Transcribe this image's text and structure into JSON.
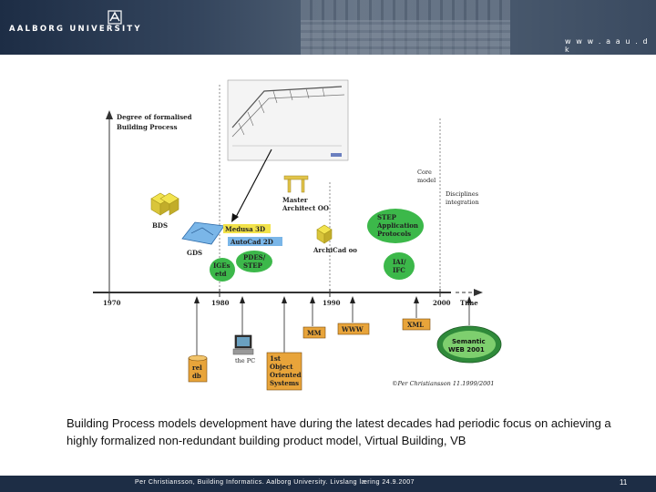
{
  "header": {
    "logo_text": "AALBORG UNIVERSITY",
    "web_address": "w w w . a a u . d k"
  },
  "diagram": {
    "y_axis_label_1": "Degree of formalised",
    "y_axis_label_2": "Building Process",
    "x_axis_label": "Time",
    "years": [
      "1970",
      "1980",
      "1990",
      "2000"
    ],
    "top_labels": [
      "Core",
      "model",
      "Disciplines",
      "integration"
    ],
    "items": {
      "bds": "BDS",
      "gds": "GDS",
      "medusa": "Medusa 3D",
      "autocad": "AutoCad 2D",
      "master_1": "Master",
      "master_2": "Architect OO",
      "archicad": "ArchiCad oo",
      "pdes_1": "PDES/",
      "pdes_2": "STEP",
      "iges_1": "IGEs",
      "iges_2": "etd",
      "step_1": "STEP",
      "step_2": "Application",
      "step_3": "Protocols",
      "iai_1": "IAI/",
      "iai_2": "IFC",
      "mm": "MM",
      "www": "WWW",
      "xml": "XML",
      "semantic_1": "Semantic",
      "semantic_2": "WEB 2001",
      "rel_1": "rel",
      "rel_2": "db",
      "pc": "the PC",
      "oo_1": "1st",
      "oo_2": "Object",
      "oo_3": "Oriented",
      "oo_4": "Systems",
      "copyright": "©Per Christiansson 11.1999/2001"
    }
  },
  "caption": "Building Process models development have during the latest decades had periodic focus on achieving a highly formalized non-redundant building product model, Virtual Building, VB",
  "footer": {
    "text": "Per Christiansson, Building Informatics. Aalborg University.   Livslang læring 24.9.2007",
    "page": "11"
  },
  "colors": {
    "header_bg": "#1d2d45",
    "green_ellipse": "#3cb84a",
    "orange_box": "#e8a43a",
    "yellow_label": "#f2e24a",
    "blue_label": "#7ab6e8",
    "semantic_bg": "#2f8a3a"
  }
}
